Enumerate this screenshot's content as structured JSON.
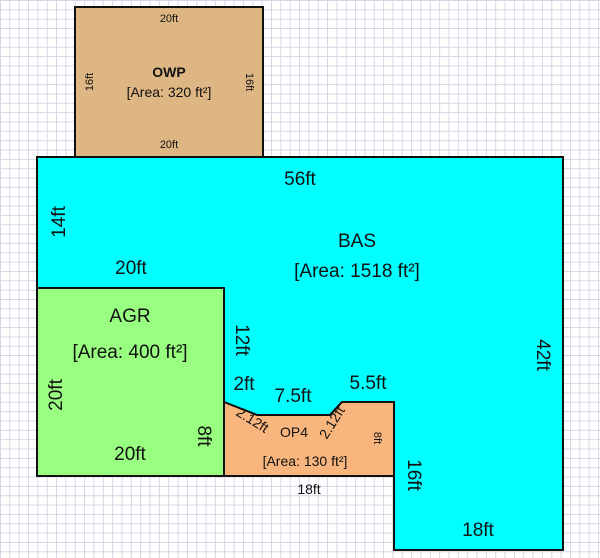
{
  "colors": {
    "OWP": "#DDB684",
    "BAS": "#00FFFF",
    "AGR": "#99FF80",
    "OP4": "#F8B67E",
    "outline": "#111111"
  },
  "owp": {
    "name": "OWP",
    "area": "[Area: 320 ft²]",
    "top": "20ft",
    "bottom": "20ft",
    "left": "16ft",
    "right": "16ft"
  },
  "bas": {
    "name": "BAS",
    "area": "[Area: 1518 ft²]",
    "top": "56ft",
    "left": "14ft",
    "inner_top": "20ft",
    "inner_left": "12ft",
    "right": "42ft",
    "step_left": "2ft",
    "step_mid": "7.5ft",
    "step_right": "5.5ft",
    "lower_left": "16ft",
    "bottom": "18ft"
  },
  "agr": {
    "name": "AGR",
    "area": "[Area: 400 ft²]",
    "left": "20ft",
    "bottom": "20ft",
    "right": "8ft"
  },
  "op4": {
    "name": "OP4",
    "area": "[Area: 130 ft²]",
    "slant_left": "2.12ft",
    "slant_right": "2.12ft",
    "right": "8ft",
    "bottom": "18ft"
  }
}
